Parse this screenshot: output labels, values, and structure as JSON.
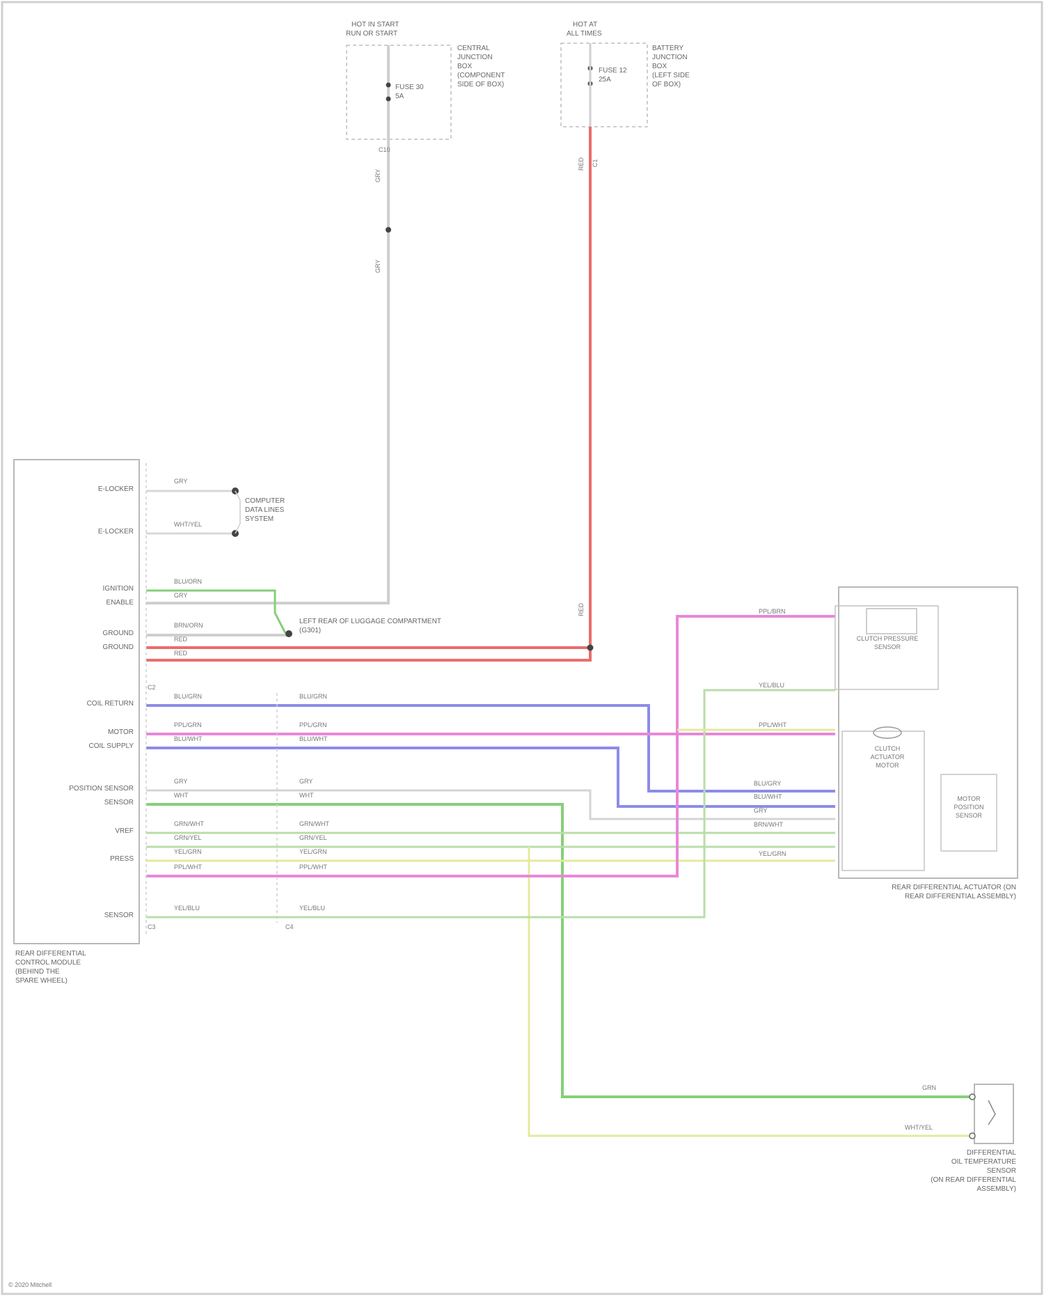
{
  "diagram": {
    "top_fuse_left": {
      "title": [
        "HOT IN START",
        "RUN OR START"
      ],
      "fuse": "FUSE 30",
      "fuse_sub": "5A",
      "side_label": [
        "CENTRAL",
        "JUNCTION",
        "BOX",
        "(COMPONENT",
        "SIDE OF BOX)"
      ],
      "wire_labels": [
        "C10",
        "GRY",
        "GRY"
      ]
    },
    "top_fuse_right": {
      "title": [
        "HOT AT",
        "ALL TIMES"
      ],
      "fuse": "FUSE 12",
      "fuse_sub": "25A",
      "side_label": [
        "BATTERY",
        "JUNCTION",
        "BOX",
        "(LEFT SIDE",
        "OF BOX)"
      ],
      "wire_labels": [
        "RED",
        "C1",
        "RED"
      ]
    },
    "module": {
      "pins": [
        "E-LOCKER",
        "E-LOCKER",
        "IGNITION",
        "ENABLE",
        "GROUND",
        "GROUND",
        "COIL RETURN",
        "MOTOR",
        "COIL SUPPLY",
        "POSITION SENSOR",
        "SENSOR",
        "VREF",
        "PRESS",
        "SENSOR"
      ],
      "wire_left": [
        "GRY",
        "WHT/YEL",
        "BLU/ORN",
        "GRY",
        "BRN/ORN",
        "RED",
        "RED",
        "BLU/GRN",
        "PPL/GRN",
        "BLU/WHT",
        "GRY",
        "WHT",
        "GRN/WHT",
        "GRN/YEL",
        "YEL/GRN",
        "PPL/WHT",
        "YEL/BLU"
      ],
      "wire_right": [
        "BLU/GRN",
        "PPL/GRN",
        "BLU/WHT",
        "GRY",
        "WHT",
        "GRN/WHT",
        "GRN/YEL",
        "YEL/GRN",
        "PPL/WHT",
        "YEL/BLU"
      ],
      "connector_labels": [
        "C2",
        "C3",
        "C4"
      ],
      "name": [
        "REAR DIFFERENTIAL",
        "CONTROL MODULE",
        "(BEHIND THE",
        "SPARE WHEEL)"
      ]
    },
    "notes": {
      "comp_network": [
        "COMPUTER",
        "DATA LINES",
        "SYSTEM"
      ],
      "ground": [
        "LEFT REAR OF LUGGAGE COMPARTMENT",
        "(G301)"
      ]
    },
    "actuator": {
      "wire_labels": [
        "PPL/BRN",
        "YEL/BLU",
        "PPL/WHT",
        "BLU/GRY",
        "BLU/WHT",
        "GRY",
        "BRN/WHT",
        "YEL/GRN"
      ],
      "parts": [
        "CLUTCH PRESSURE",
        "SENSOR",
        "CLUTCH",
        "ACTUATOR",
        "MOTOR",
        "MOTOR",
        "POSITION",
        "SENSOR"
      ],
      "name": [
        "REAR DIFFERENTIAL ACTUATOR (ON",
        "REAR DIFFERENTIAL ASSEMBLY)"
      ]
    },
    "temp_sensor": {
      "wire_labels": [
        "GRN",
        "WHT/YEL"
      ],
      "name": [
        "DIFFERENTIAL",
        "OIL TEMPERATURE",
        "SENSOR",
        "(ON REAR DIFFERENTIAL",
        "ASSEMBLY)"
      ]
    },
    "footer": "© 2020 Mitchell"
  }
}
